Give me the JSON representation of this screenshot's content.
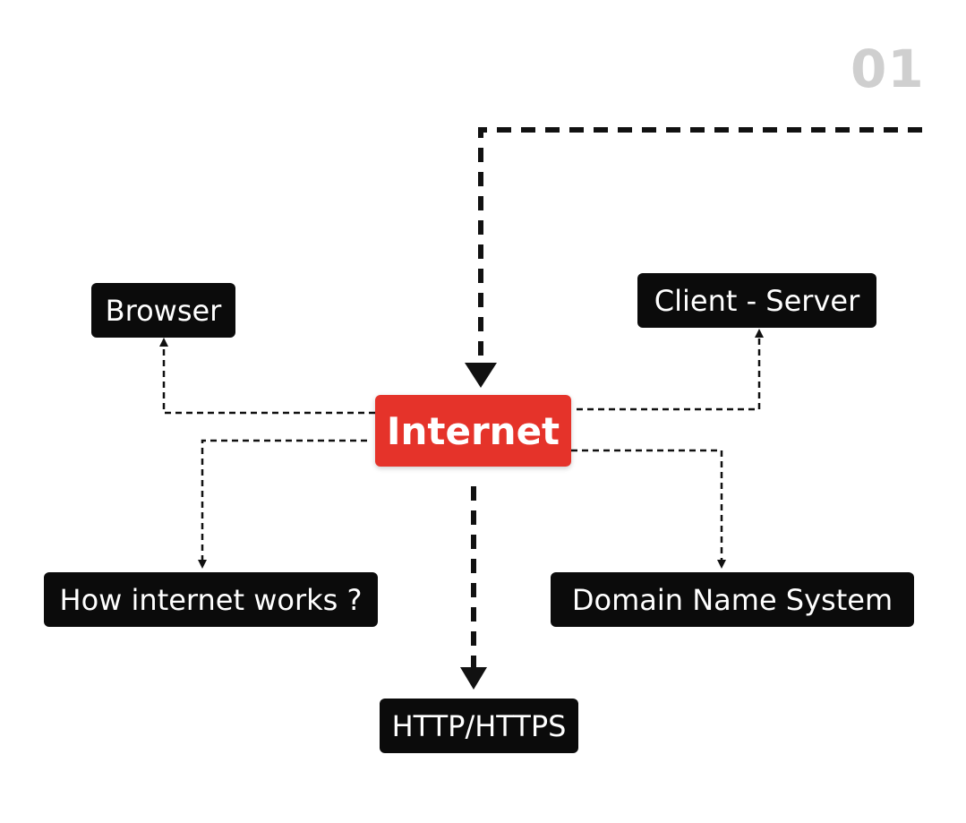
{
  "page_number": "01",
  "colors": {
    "central_node": "#e5332a",
    "node_background": "#0b0b0b",
    "node_text": "#ffffff",
    "connector": "#111111",
    "page_number": "#cfcfcf"
  },
  "diagram": {
    "central": {
      "label": "Internet"
    },
    "nodes": [
      {
        "id": "browser",
        "label": "Browser"
      },
      {
        "id": "client-server",
        "label": "Client - Server"
      },
      {
        "id": "how-internet-works",
        "label": "How internet works ?"
      },
      {
        "id": "dns",
        "label": "Domain Name System"
      },
      {
        "id": "http",
        "label": "HTTP/HTTPS"
      }
    ],
    "edges": [
      {
        "from": "previous",
        "to": "internet",
        "style": "bold-dashed"
      },
      {
        "from": "internet",
        "to": "browser",
        "style": "thin-dashed"
      },
      {
        "from": "internet",
        "to": "client-server",
        "style": "thin-dashed"
      },
      {
        "from": "internet",
        "to": "how-internet-works",
        "style": "thin-dashed"
      },
      {
        "from": "internet",
        "to": "dns",
        "style": "thin-dashed"
      },
      {
        "from": "internet",
        "to": "http",
        "style": "bold-dashed"
      }
    ]
  }
}
